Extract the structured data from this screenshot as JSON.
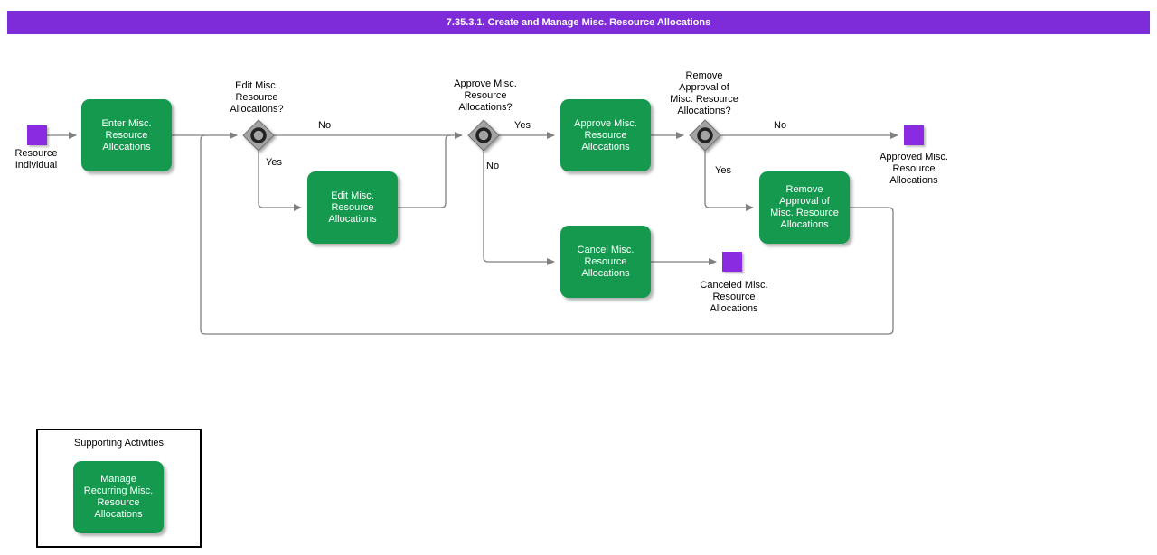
{
  "title": "7.35.3.1. Create and Manage Misc. Resource Allocations",
  "colors": {
    "banner": "#7E2BD9",
    "event": "#8A2BE2",
    "task": "#14994E",
    "line": "#808080",
    "diamond": "#A3A3A3",
    "diamond_border": "#757575"
  },
  "events": {
    "start": "Resource\nIndividual",
    "approved": "Approved Misc.\nResource\nAllocations",
    "canceled": "Canceled Misc.\nResource\nAllocations"
  },
  "tasks": {
    "enter": "Enter Misc.\nResource\nAllocations",
    "edit": "Edit Misc.\nResource\nAllocations",
    "approve": "Approve Misc.\nResource\nAllocations",
    "cancel": "Cancel Misc.\nResource\nAllocations",
    "remove": "Remove\nApproval of\nMisc. Resource\nAllocations",
    "manage": "Manage\nRecurring Misc.\nResource\nAllocations"
  },
  "decisions": {
    "edit": "Edit Misc.\nResource\nAllocations?",
    "approve": "Approve Misc.\nResource\nAllocations?",
    "remove": "Remove\nApproval of\nMisc. Resource\nAllocations?"
  },
  "branches": {
    "edit_no": "No",
    "edit_yes": "Yes",
    "approve_yes": "Yes",
    "approve_no": "No",
    "remove_no": "No",
    "remove_yes": "Yes"
  },
  "supporting": {
    "title": "Supporting Activities"
  }
}
